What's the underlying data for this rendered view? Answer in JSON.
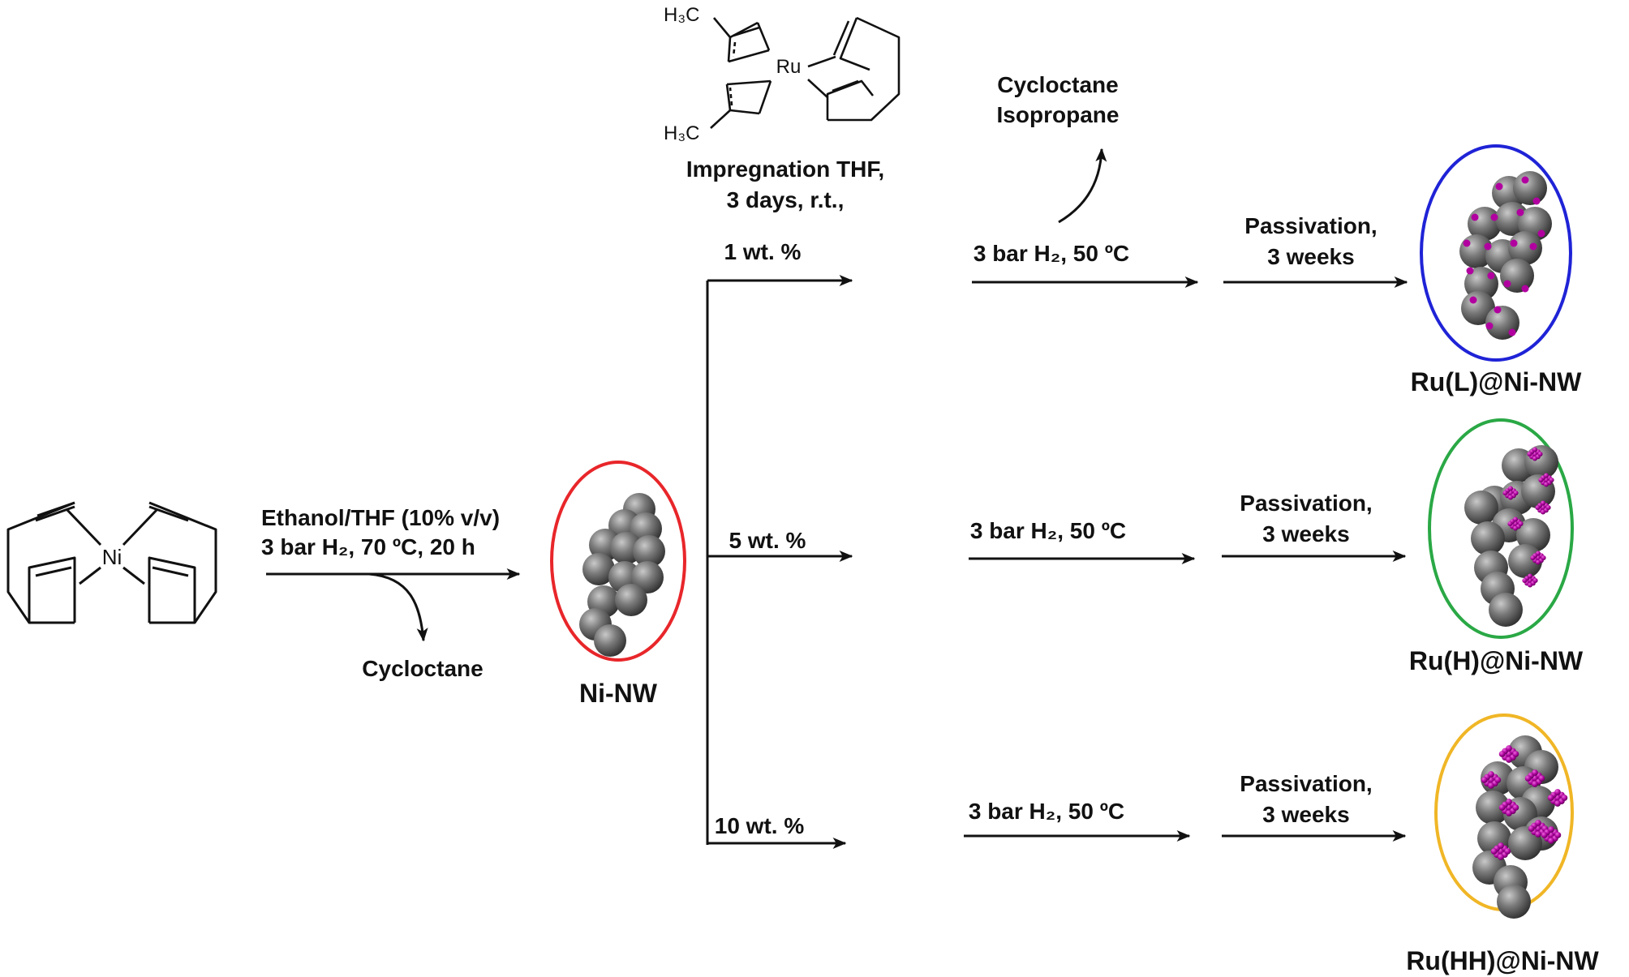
{
  "colors": {
    "ni_nw_ring": "#e8262a",
    "ru_l_ring": "#1f23d6",
    "ru_h_ring": "#2aa845",
    "ru_hh_ring": "#f0b626",
    "nickel_sphere": "#6f6f6f",
    "ruthenium": "#b1009f",
    "ink": "#111111"
  },
  "precursor": {
    "metal": "Ni",
    "icon": "ni-cod2-complex-icon"
  },
  "ru_precursor": {
    "metal": "Ru",
    "methyl_top": "H₃C",
    "methyl_bottom": "H₃C",
    "icon": "ru-cod-methylallyl-complex-icon"
  },
  "step1": {
    "line1": "Ethanol/THF (10% v/v)",
    "line2": "3 bar H₂, 70 ºC, 20 h",
    "byproduct": "Cycloctane"
  },
  "ni_nw": {
    "label": "Ni-NW"
  },
  "impregnation": {
    "line1": "Impregnation THF,",
    "line2": "3 days, r.t.,"
  },
  "byproducts_top": {
    "line1": "Cycloctane",
    "line2": "Isopropane"
  },
  "branches": [
    {
      "loading": "1 wt. %",
      "conditions": "3 bar H₂, 50 ºC",
      "passivation_line1": "Passivation,",
      "passivation_line2": "3 weeks",
      "product": "Ru(L)@Ni-NW"
    },
    {
      "loading": "5 wt. %",
      "conditions": "3 bar H₂, 50 ºC",
      "passivation_line1": "Passivation,",
      "passivation_line2": "3 weeks",
      "product": "Ru(H)@Ni-NW"
    },
    {
      "loading": "10 wt. %",
      "conditions": "3 bar H₂, 50 ºC",
      "passivation_line1": "Passivation,",
      "passivation_line2": "3 weeks",
      "product": "Ru(HH)@Ni-NW"
    }
  ]
}
